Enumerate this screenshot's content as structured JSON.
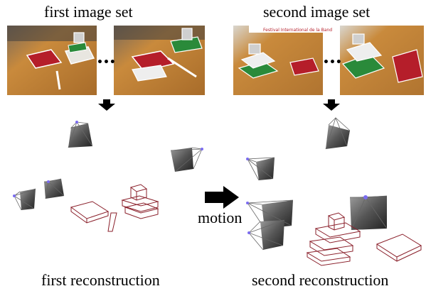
{
  "labels": {
    "first_set": "first image set",
    "second_set": "second image set",
    "first_recon": "first reconstruction",
    "second_recon": "second reconstruction",
    "motion": "motion"
  },
  "ellipsis": "•••",
  "banner_text": "Festival International de la Band",
  "colors": {
    "wood": "#c98a3c",
    "wood_dark": "#a86c2a",
    "box_outline": "#8a1f2a",
    "camera_dot": "#7b6cf0",
    "arrow": "#000000"
  }
}
